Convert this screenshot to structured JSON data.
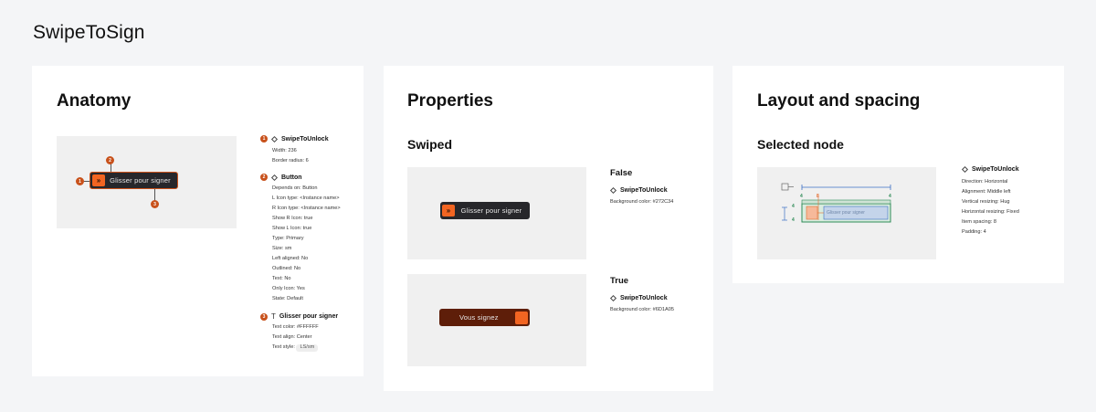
{
  "page": {
    "title": "SwipeToSign"
  },
  "anatomy": {
    "title": "Anatomy",
    "markers": [
      "1",
      "2",
      "3"
    ],
    "preview": {
      "label": "Glisser pour signer",
      "knob_icon": "»"
    },
    "specs": [
      {
        "num": "1",
        "icon": "diamond-icon",
        "name": "SwipeToUnlock",
        "props": [
          "Width:  236",
          "Border radius:  6"
        ]
      },
      {
        "num": "2",
        "icon": "diamond-icon",
        "name": "Button",
        "props": [
          "Depends on:  Button",
          "L Icon type:  <Instance name>",
          "R Icon type:  <Instance name>",
          "Show R Icon:  true",
          "Show L Icon:  true",
          "Type:  Primary",
          "Size:  sm",
          "Left aligned:  No",
          "Outlined:  No",
          "Text:  No",
          "Only Icon:  Yes",
          "State:  Default"
        ]
      },
      {
        "num": "3",
        "icon": "text-icon",
        "name": "Glisser pour signer",
        "props": [
          "Text color:  #FFFFFF",
          "Text align:  Center",
          "Text style:"
        ],
        "text_style_value": "LS/sm"
      }
    ]
  },
  "properties": {
    "title": "Properties",
    "section": "Swiped",
    "states": [
      {
        "title": "False",
        "component": "SwipeToUnlock",
        "prop": "Background color:  #272C34",
        "preview_label": "Glisser pour signer",
        "knob_icon": "»"
      },
      {
        "title": "True",
        "component": "SwipeToUnlock",
        "prop": "Background color:  #6D1A05",
        "preview_label": "Vous signez",
        "knob_icon": ""
      }
    ]
  },
  "layout": {
    "title": "Layout and spacing",
    "section": "Selected node",
    "component": "SwipeToUnlock",
    "props": [
      "Direction:  Horizontal",
      "Alignment:  Middle left",
      "Vertical resizing:  Hug",
      "Horizontal resizing:  Fixed",
      "Item spacing:  8",
      "Padding:  4"
    ],
    "diagram_labels": {
      "pad_top": "4",
      "pad_bottom": "4",
      "pad_left": "4",
      "pad_right": "4",
      "spacing": "8",
      "ghost_text": "Glisser pour signer"
    }
  },
  "colors": {
    "accent": "#F26522",
    "dark_button": "#27272B",
    "swiped_button": "#6D1A05",
    "marker": "#C8511B",
    "layout_green": "#2E8B57",
    "layout_blue": "#3B6FC4"
  }
}
